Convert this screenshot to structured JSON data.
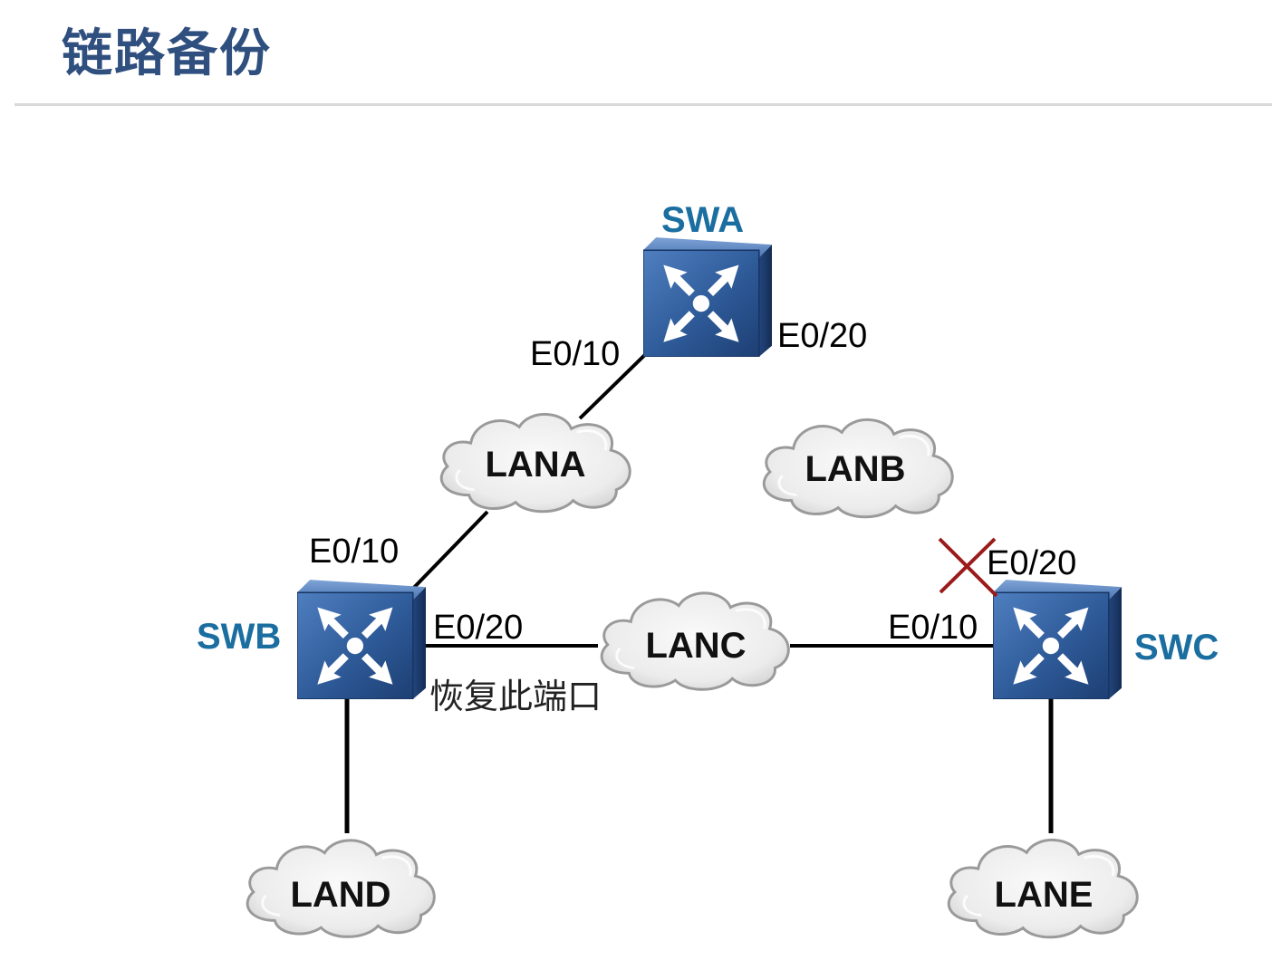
{
  "title": "链路备份",
  "switches": {
    "swa": {
      "name": "SWA",
      "port_left": "E0/10",
      "port_right": "E0/20"
    },
    "swb": {
      "name": "SWB",
      "port_top": "E0/10",
      "port_right": "E0/20",
      "note": "恢复此端口"
    },
    "swc": {
      "name": "SWC",
      "port_top": "E0/20",
      "port_left": "E0/10",
      "blocked_port": "E0/20"
    }
  },
  "lans": {
    "lana": "LANA",
    "lanb": "LANB",
    "lanc": "LANC",
    "land": "LAND",
    "lane": "LANE"
  },
  "colors": {
    "title": "#2f4f7f",
    "switch_label": "#1b6ea0",
    "switch_body": "#2e5a98",
    "blocked_mark": "#9b1b1b",
    "link": "#000000"
  },
  "icons": {
    "switch": "l3-switch-icon",
    "lan": "cloud-icon",
    "blocked": "blocked-port-x-icon"
  }
}
